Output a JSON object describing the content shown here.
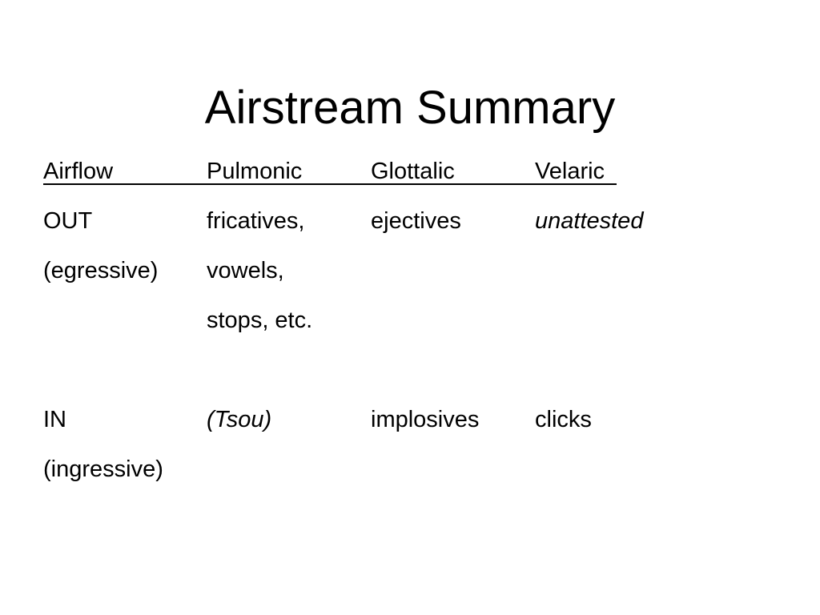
{
  "slide": {
    "title": "Airstream Summary",
    "header": [
      "Airflow",
      "Pulmonic",
      "Glottalic",
      "Velaric"
    ],
    "rows": [
      [
        "OUT",
        "fricatives,",
        "ejectives",
        "unattested"
      ],
      [
        "(egressive)",
        "vowels,",
        "",
        ""
      ],
      [
        "",
        "stops, etc.",
        "",
        ""
      ],
      [
        "",
        "",
        "",
        ""
      ],
      [
        "IN",
        "(Tsou)",
        "implosives",
        "clicks"
      ],
      [
        "(ingressive)",
        "",
        "",
        ""
      ]
    ]
  }
}
